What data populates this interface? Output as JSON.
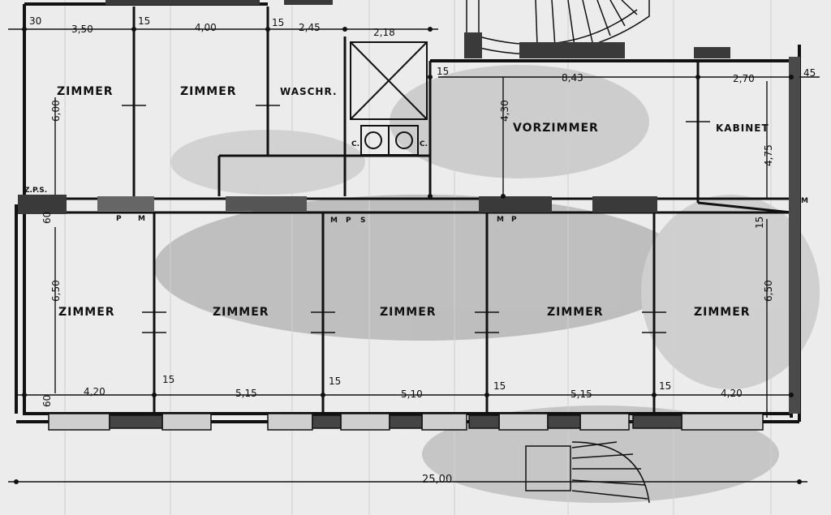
{
  "rooms": {
    "upper_left_1": "ZIMMER",
    "upper_left_2": "ZIMMER",
    "laundry": "WASCHR.",
    "hall": "VORZIMMER",
    "cabinet": "KABINET",
    "lower_1": "ZIMMER",
    "lower_2": "ZIMMER",
    "lower_3": "ZIMMER",
    "lower_4": "ZIMMER",
    "lower_5": "ZIMMER"
  },
  "dimensions": {
    "top_corner": "30",
    "top_1": "3,50",
    "top_2": "4,00",
    "top_wall_1": "15",
    "top_wall_2": "15",
    "top_3": "2,45",
    "top_4": "2,18",
    "hall_wall": "15",
    "hall_width": "8,43",
    "cabinet_width": "2,70",
    "right_wall": "45",
    "upper_left_height": "6,00",
    "hall_height": "4,30",
    "cabinet_height": "4,75",
    "lower_left_height": "6,50",
    "lower_right_height": "6,50",
    "right_mid_wall": "15",
    "lower_left_wall": "60",
    "bottom_left_wall": "60",
    "bottom_1": "4,20",
    "bottom_wall_1": "15",
    "bottom_2": "5,15",
    "bottom_wall_2": "15",
    "bottom_3": "5,10",
    "bottom_wall_3": "15",
    "bottom_4": "5,15",
    "bottom_wall_4": "15",
    "bottom_5": "4,20",
    "overall": "25,00"
  },
  "markers": {
    "chimney_left": "Z.P.S.",
    "p1": "P",
    "m1": "M",
    "m2": "M",
    "p2": "P",
    "s2": "S",
    "m3": "M",
    "p3": "P",
    "m4": "M",
    "wc_left": "C.",
    "wc_right": "C."
  }
}
